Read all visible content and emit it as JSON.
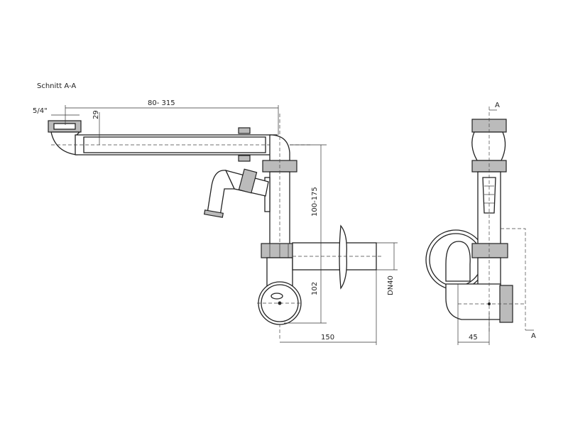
{
  "section_title": "Schnitt A-A",
  "dimensions": {
    "thread": "5/4\"",
    "length_range": "80- 315",
    "inlet_depth": "29",
    "height_range": "100-175",
    "trap_height": "102",
    "outlet_diameter": "DN40",
    "outlet_length": "150",
    "side_offset": "45"
  },
  "section_markers": [
    "A",
    "A"
  ]
}
